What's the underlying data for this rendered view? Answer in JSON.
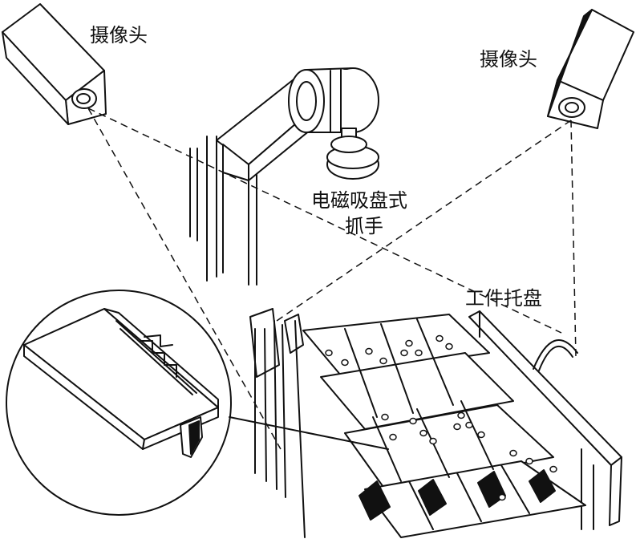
{
  "labels": {
    "camera_left": "摄像头",
    "camera_right": "摄像头",
    "gripper_line1": "电磁吸盘式",
    "gripper_line2": "抓手",
    "tray": "工件托盘"
  },
  "colors": {
    "ink": "#111111",
    "paper": "#ffffff"
  },
  "icons": [
    "camera-icon",
    "gripper-icon",
    "tray-icon",
    "workpiece-icon"
  ]
}
